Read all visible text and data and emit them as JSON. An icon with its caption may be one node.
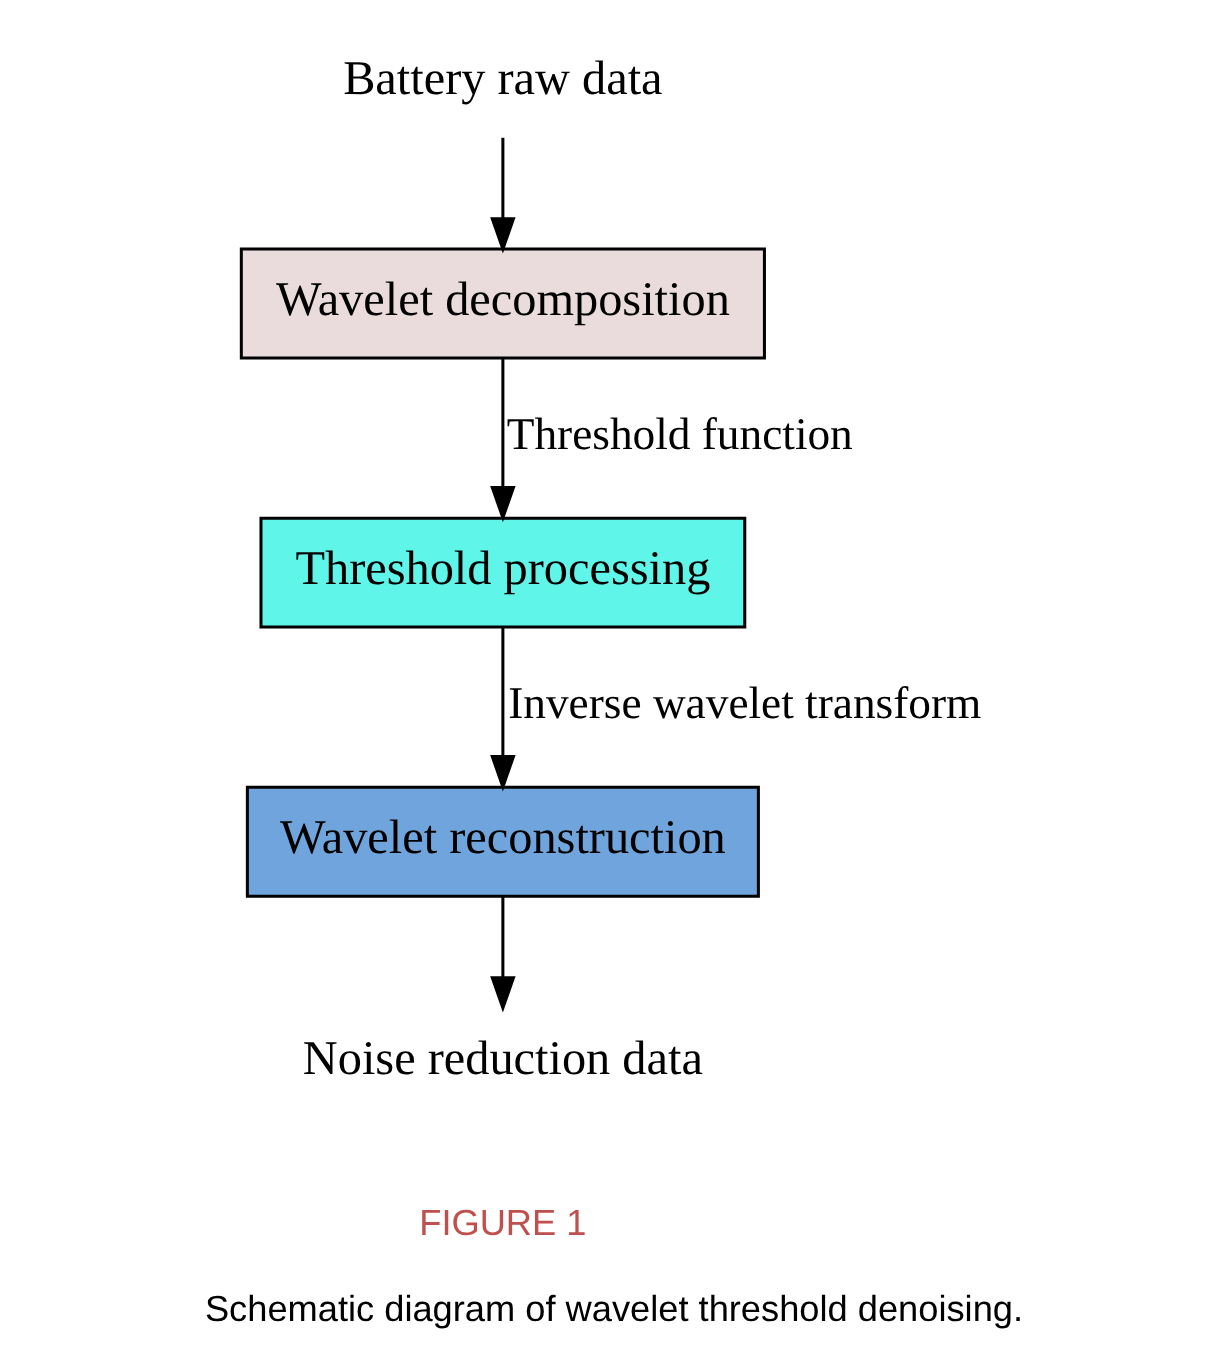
{
  "diagram": {
    "caption": "Schematic diagram of wavelet threshold denoising.",
    "nodes": [
      {
        "text": [
          "Battery raw data"
        ]
      },
      {
        "text": [
          "Wavelet decomposition"
        ]
      },
      {
        "text": [
          "Threshold processing"
        ]
      },
      {
        "text": [
          "Wavelet reconstruction"
        ]
      },
      {
        "text": [
          "Noise reduction data"
        ]
      }
    ],
    "edges": [
      {
        "from": 0,
        "to": 1,
        "arrow": "to"
      },
      {
        "from": 1,
        "to": 2,
        "arrow": "to",
        "label": "Threshold function"
      },
      {
        "from": 2,
        "to": 3,
        "arrow": "to",
        "label": "Inverse wavelet transform"
      },
      {
        "from": 3,
        "to": 4,
        "arrow": "to"
      }
    ],
    "labels": [
      "FIGURE 1"
    ]
  }
}
